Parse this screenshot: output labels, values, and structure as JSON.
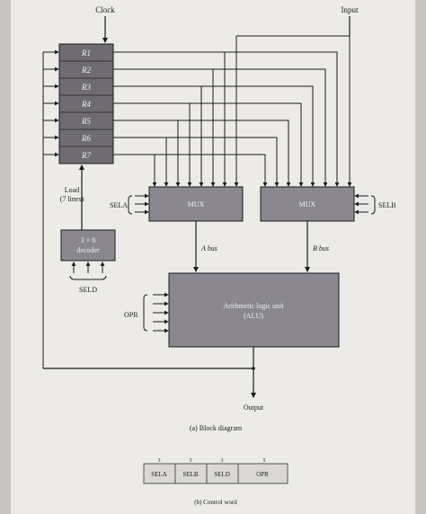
{
  "diagram": {
    "clock_label": "Clock",
    "input_label": "Input",
    "registers": [
      "R1",
      "R2",
      "R3",
      "R4",
      "R5",
      "R6",
      "R7"
    ],
    "load_label_line1": "Load",
    "load_label_line2": "(7 lines)",
    "decoder_line1": "3 × 8",
    "decoder_line2": "decoder",
    "seld_label": "SELD",
    "sela_label": "SELA",
    "selb_label": "SELB",
    "mux_a_label": "MUX",
    "mux_b_label": "MUX",
    "abus_label": "A bus",
    "bbus_label": "B bus",
    "opr_label": "OPR",
    "alu_line1": "Arithmetic logic unit",
    "alu_line2": "(ALU)",
    "output_label": "Output",
    "caption_a": "(a) Block diagram"
  },
  "control_word": {
    "bits": [
      "3",
      "3",
      "3",
      "5"
    ],
    "fields": [
      "SELA",
      "SELB",
      "SELD",
      "OPR"
    ],
    "caption_b": "(b) Control word"
  },
  "colors": {
    "page": "#ecebe8",
    "background": "#c9c6c1",
    "register_fill": "#6f6b73",
    "box_fill": "#8a8790",
    "line": "#1b1b1b"
  }
}
